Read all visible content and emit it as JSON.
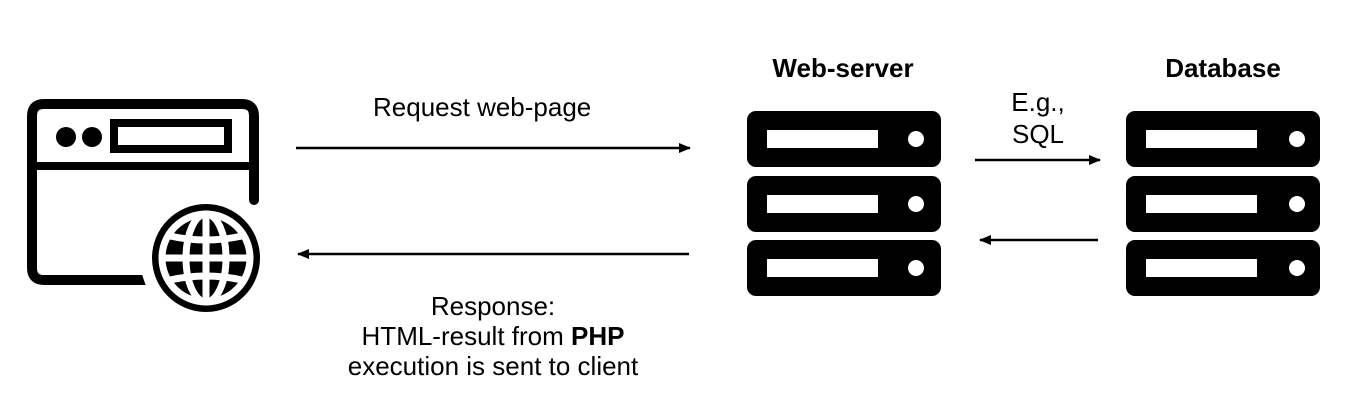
{
  "client": {
    "icon": "browser-globe-icon"
  },
  "webserver": {
    "title": "Web-server",
    "icon": "server-rack-icon"
  },
  "database": {
    "title": "Database",
    "icon": "server-rack-icon"
  },
  "request_arrow": {
    "label": "Request web-page"
  },
  "db_query_arrow": {
    "label_line1": "E.g.,",
    "label_line2": "SQL"
  },
  "response_arrow": {
    "line1": "Response:",
    "line2_prefix": "HTML-result from ",
    "line2_bold": "PHP",
    "line3": "execution is sent to client"
  },
  "colors": {
    "ink": "#000000",
    "background": "#ffffff"
  }
}
